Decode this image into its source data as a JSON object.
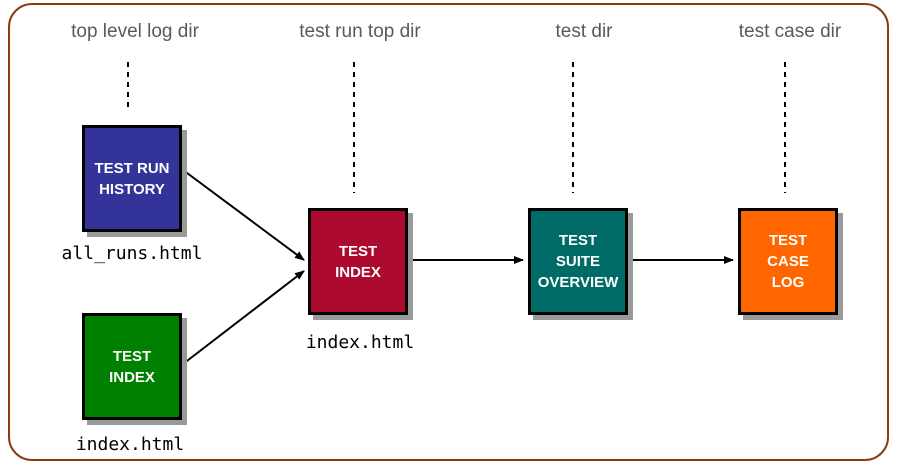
{
  "diagram": {
    "title_context": "test log directory structure flow",
    "columns": [
      {
        "header": "top level log dir"
      },
      {
        "header": "test run top dir"
      },
      {
        "header": "test dir"
      },
      {
        "header": "test case dir"
      }
    ],
    "nodes": [
      {
        "id": "test-run-history",
        "label": "TEST RUN\nHISTORY",
        "file_label": "all_runs.html",
        "color": "#333399",
        "column": "top level log dir"
      },
      {
        "id": "test-index-toplevel",
        "label": "TEST\nINDEX",
        "file_label": "index.html",
        "color": "#008000",
        "column": "top level log dir"
      },
      {
        "id": "test-index-run",
        "label": "TEST\nINDEX",
        "file_label": "index.html",
        "color": "#AC0A2E",
        "column": "test run top dir"
      },
      {
        "id": "test-suite-overview",
        "label": "TEST\nSUITE\nOVERVIEW",
        "file_label": "",
        "color": "#006B66",
        "column": "test dir"
      },
      {
        "id": "test-case-log",
        "label": "TEST\nCASE\nLOG",
        "file_label": "",
        "color": "#FF6600",
        "column": "test case dir"
      }
    ],
    "connections": [
      {
        "from": "test-run-history",
        "to": "test-index-run"
      },
      {
        "from": "test-index-toplevel",
        "to": "test-index-run"
      },
      {
        "from": "test-index-run",
        "to": "test-suite-overview"
      },
      {
        "from": "test-suite-overview",
        "to": "test-case-log"
      }
    ],
    "colors": {
      "frame_border": "#8F3A10",
      "box_border": "#000000",
      "box_shadow": "#999999",
      "header_text": "#5A5A5A",
      "box_text": "#FFFFFF",
      "arrow": "#000000"
    }
  }
}
